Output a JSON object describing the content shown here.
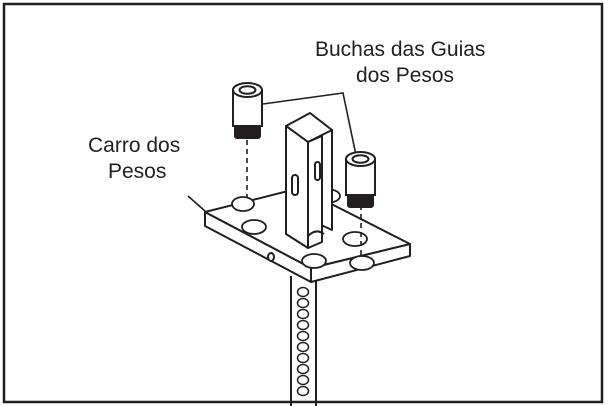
{
  "labels": {
    "carriage_line1": "Carro dos",
    "carriage_line2": "Pesos",
    "bushings_line1": "Buchas das Guias",
    "bushings_line2": "dos Pesos"
  },
  "colors": {
    "ink": "#231f20",
    "background": "#ffffff"
  }
}
